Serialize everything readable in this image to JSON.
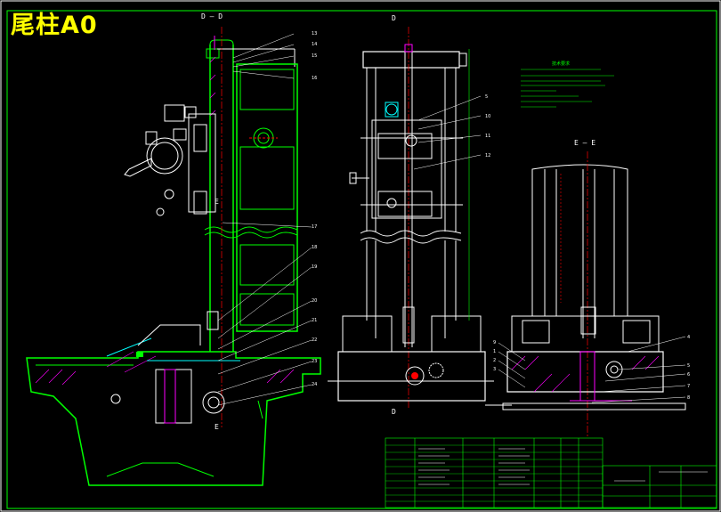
{
  "title": "尾柱A0",
  "section_labels": {
    "left": "D — D",
    "middle_top": "D",
    "middle_bottom": "D",
    "right": "E — E",
    "left_e": "E",
    "right_e": "E"
  },
  "balloons_left": [
    "13",
    "14",
    "15",
    "16",
    "17",
    "18",
    "19",
    "20",
    "21",
    "22",
    "23",
    "24"
  ],
  "balloons_mid": [
    "5",
    "10",
    "11",
    "12"
  ],
  "balloons_right": [
    "4",
    "5",
    "6",
    "7",
    "8",
    "9",
    "1",
    "2",
    "3"
  ],
  "colors": {
    "outline": "#00ff00",
    "detail": "#ffffff",
    "hatch": "#ff00ff",
    "accent": "#00ffff",
    "title": "#ffff00",
    "red": "#ff0000",
    "frame": "#ffffff"
  },
  "notes_heading": "技术要求",
  "icons": [
    "handwheel-icon",
    "bolt-icon",
    "gear-icon"
  ]
}
